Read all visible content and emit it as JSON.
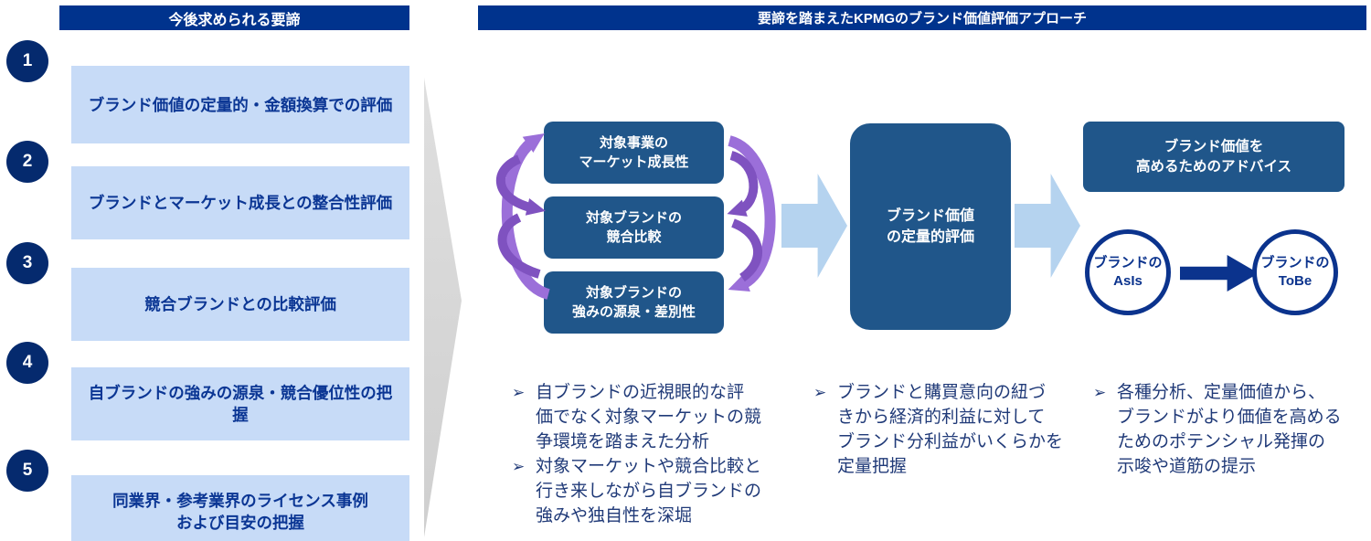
{
  "slide": {
    "left_header": "今後求められる要諦",
    "right_header": "要諦を踏まえたKPMGのブランド価値評価アプローチ"
  },
  "requirements": {
    "items": [
      {
        "num": "1",
        "label": "ブランド価値の定量的・金額換算での評価"
      },
      {
        "num": "2",
        "label": "ブランドとマーケット成長との整合性評価"
      },
      {
        "num": "3",
        "label": "競合ブランドとの比較評価"
      },
      {
        "num": "4",
        "label": "自ブランドの強みの源泉・競合優位性の把握"
      },
      {
        "num": "5",
        "label": "同業界・参考業界のライセンス事例\nおよび目安の把握"
      }
    ]
  },
  "approach": {
    "analysis_cycle": [
      {
        "label": "対象事業の\nマーケット成長性"
      },
      {
        "label": "対象ブランドの\n競合比較"
      },
      {
        "label": "対象ブランドの\n強みの源泉・差別性"
      }
    ],
    "quant_box": "ブランド価値\nの定量的評価",
    "advice_box": "ブランド価値を\n高めるためのアドバイス",
    "asis_circle": "ブランドの\nAsIs",
    "tobe_circle": "ブランドの\nToBe",
    "bullet_marker": "➢",
    "bullets_analysis": [
      "自ブランドの近視眼的な評\n価でなく対象マーケットの競\n争環境を踏まえた分析",
      "対象マーケットや競合比較と\n行き来しながら自ブランドの\n強みや独自性を深堀"
    ],
    "bullets_quant": [
      "ブランドと購買意向の紐づ\nきから経済的利益に対して\nブランド分利益がいくらかを\n定量把握"
    ],
    "bullets_advice": [
      "各種分析、定量価値から、\nブランドがより価値を高める\nためのポテンシャル発揮の\n示唆や道筋の提示"
    ]
  },
  "colors": {
    "brand_navy": "#00338D",
    "number_circle_navy": "#052A6E",
    "steel_blue_box": "#20568A",
    "light_blue_item": "#C7DBF7",
    "light_blue_chevron": "#B5D3EF",
    "purple_light": "#9B6FD9",
    "purple_dark": "#7F52C0",
    "gray_arrow": "#D6D6D6",
    "text_navy": "#203A78"
  }
}
